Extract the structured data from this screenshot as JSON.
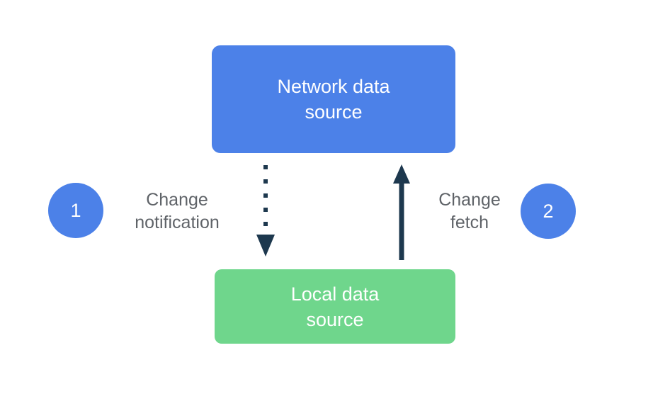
{
  "boxes": {
    "network": {
      "label": "Network data\nsource"
    },
    "local": {
      "label": "Local data\nsource"
    }
  },
  "steps": [
    {
      "number": "1",
      "label": "Change\nnotification",
      "arrow": "dotted-down",
      "from": "Network data source",
      "to": "Local data source"
    },
    {
      "number": "2",
      "label": "Change\nfetch",
      "arrow": "solid-up",
      "from": "Local data source",
      "to": "Network data source"
    }
  ],
  "colors": {
    "box-blue": "#4c81e8",
    "box-green": "#6fd68c",
    "circle-blue": "#4c81e8",
    "arrow-dark": "#1d384e",
    "label-gray": "#5f6368",
    "text-white": "#ffffff",
    "bg": "#ffffff"
  }
}
